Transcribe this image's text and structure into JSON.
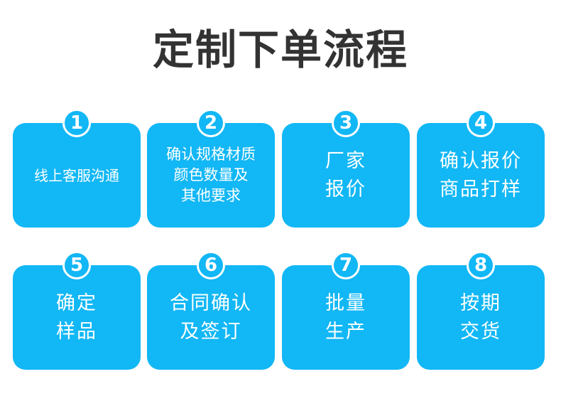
{
  "title": "定制下单流程",
  "steps": [
    {
      "number": "1",
      "lines": [
        "线上客服沟通"
      ]
    },
    {
      "number": "2",
      "lines": [
        "确认规格材质",
        "颜色数量及",
        "其他要求"
      ]
    },
    {
      "number": "3",
      "lines": [
        "厂家",
        "报价"
      ]
    },
    {
      "number": "4",
      "lines": [
        "确认报价",
        "商品打样"
      ]
    },
    {
      "number": "5",
      "lines": [
        "确定",
        "样品"
      ]
    },
    {
      "number": "6",
      "lines": [
        "合同确认",
        "及签订"
      ]
    },
    {
      "number": "7",
      "lines": [
        "批量",
        "生产"
      ]
    },
    {
      "number": "8",
      "lines": [
        "按期",
        "交货"
      ]
    }
  ],
  "colors": {
    "accent": "#12b7f5",
    "title": "#333333"
  }
}
